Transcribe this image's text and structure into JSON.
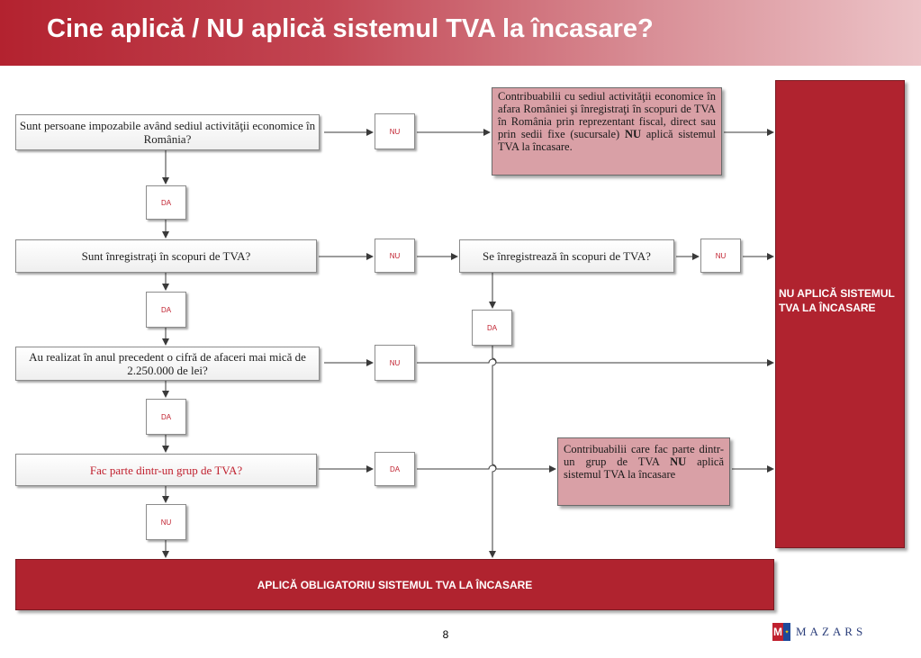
{
  "slide": {
    "title": "Cine aplică / NU aplică sistemul TVA la încasare?",
    "page_number": "8"
  },
  "questions": {
    "q1": "Sunt persoane impozabile având sediul activităţii economice în România?",
    "q2": "Sunt înregistraţi în scopuri de TVA?",
    "q3": "Au realizat în anul precedent o cifră de afaceri mai mică  de 2.250.000 de lei?",
    "q4": "Fac parte dintr-un grup de  TVA?",
    "q5": "Se înregistrează în scopuri de TVA?"
  },
  "tags": {
    "nu": "NU",
    "da": "DA"
  },
  "notes": {
    "n1_part1": "Contribuabilii cu sediul activităţii economice în afara României şi înregistraţi în scopuri de TVA în România prin reprezentant fiscal, direct sau prin sedii fixe (sucursale) ",
    "n1_bold": "NU",
    "n1_part2": " aplică sistemul TVA la încasare.",
    "n2_part1": "Contribuabilii care fac parte dintr-un grup de TVA ",
    "n2_bold": "NU",
    "n2_part2": " aplică sistemul TVA la încasare"
  },
  "outcomes": {
    "not_applies": "NU APLICĂ SISTEMUL TVA LA ÎNCASARE",
    "applies": "APLICĂ OBLIGATORIU SISTEMUL TVA LA ÎNCASARE"
  },
  "logo": {
    "letter": "M",
    "name": "MAZARS"
  },
  "colors": {
    "accent_red": "#b0232f",
    "note_pink": "#d9a0a6",
    "tag_text": "#c0202e"
  }
}
